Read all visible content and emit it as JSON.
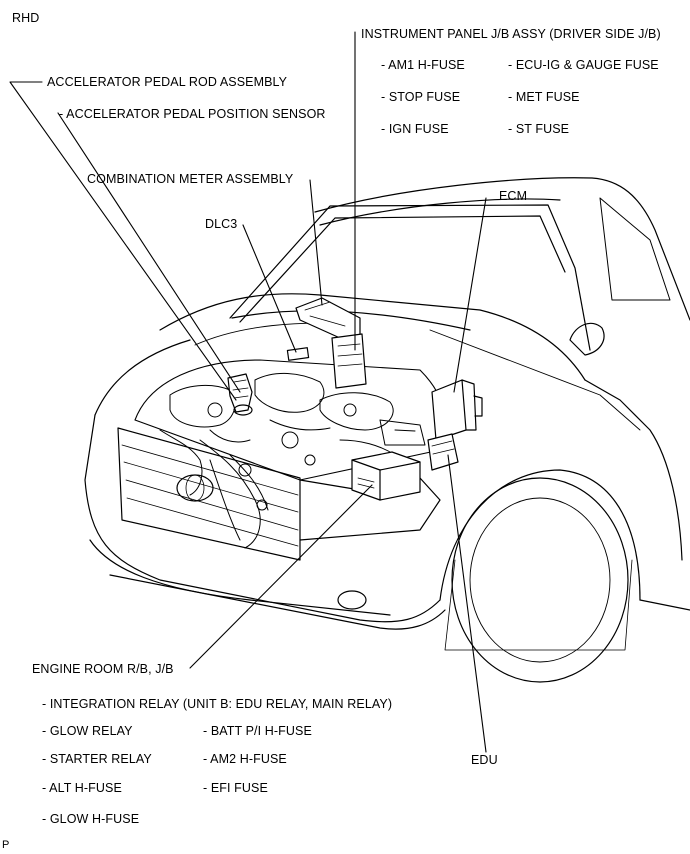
{
  "view_tag": "RHD",
  "corner_mark": "P",
  "instrument_panel": {
    "title": "INSTRUMENT PANEL J/B ASSY (DRIVER SIDE J/B)",
    "items": [
      "- AM1 H-FUSE",
      "- ECU-IG & GAUGE FUSE",
      "- STOP FUSE",
      "- MET FUSE",
      "- IGN FUSE",
      "- ST FUSE"
    ]
  },
  "accelerator": {
    "title": "ACCELERATOR PEDAL ROD ASSEMBLY",
    "sub": "- ACCELERATOR PEDAL POSITION SENSOR"
  },
  "combination_meter": "COMBINATION METER ASSEMBLY",
  "dlc3": "DLC3",
  "ecm": "ECM",
  "edu": "EDU",
  "engine_room": {
    "title": "ENGINE ROOM R/B, J/B",
    "integration_relay": "- INTEGRATION RELAY (UNIT B: EDU RELAY, MAIN RELAY)",
    "left_items": [
      "- GLOW RELAY",
      "- STARTER RELAY",
      "- ALT H-FUSE",
      "- GLOW H-FUSE"
    ],
    "right_items": [
      "- BATT P/I H-FUSE",
      "- AM2 H-FUSE",
      "- EFI FUSE"
    ]
  }
}
